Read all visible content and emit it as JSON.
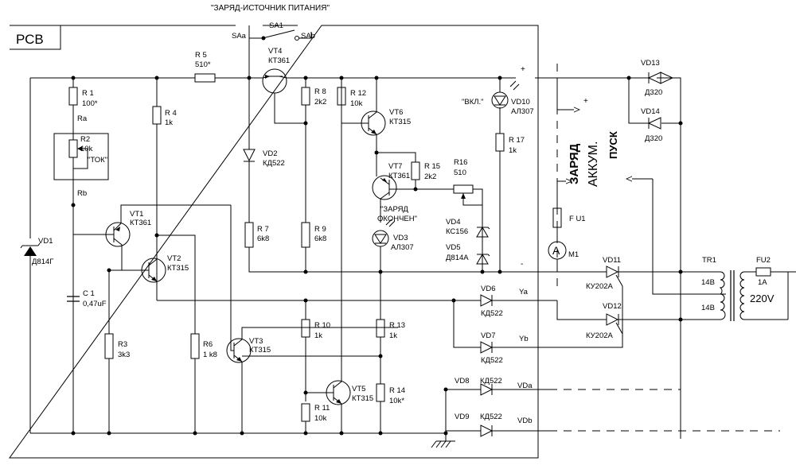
{
  "header": {
    "title": "\"ЗАРЯД-ИСТОЧНИК ПИТАНИЯ\"",
    "board_label": "РСВ"
  },
  "switch": {
    "ref": "SA1",
    "left": "SAa",
    "right": "SAb"
  },
  "resistors": {
    "r1": {
      "ref": "R 1",
      "value": "100*"
    },
    "r2": {
      "ref": "R2",
      "value": "10k"
    },
    "r4": {
      "ref": "R 4",
      "value": "1k"
    },
    "r5": {
      "ref": "R 5",
      "value": "510*"
    },
    "r3": {
      "ref": "R3",
      "value": "3k3"
    },
    "r6": {
      "ref": "R6",
      "value": "1 k8"
    },
    "r7": {
      "ref": "R 7",
      "value": "6k8"
    },
    "r8": {
      "ref": "R 8",
      "value": "2k2"
    },
    "r9": {
      "ref": "R 9",
      "value": "6k8"
    },
    "r10": {
      "ref": "R 10",
      "value": "1k"
    },
    "r11": {
      "ref": "R 11",
      "value": "10k"
    },
    "r12": {
      "ref": "R 12",
      "value": "10k"
    },
    "r13": {
      "ref": "R 13",
      "value": "1k"
    },
    "r14": {
      "ref": "R 14",
      "value": "10k*"
    },
    "r15": {
      "ref": "R 15",
      "value": "2k2"
    },
    "r16": {
      "ref": "R16",
      "value": "510"
    },
    "r17": {
      "ref": "R 17",
      "value": "1k"
    }
  },
  "pot_label": "\"ТОК\"",
  "nodes": {
    "ra": "Ra",
    "rb": "Rb",
    "ya": "Ya",
    "yb": "Yb",
    "vda": "VDa",
    "vdb": "VDb",
    "plus": "+",
    "minus": "-",
    "aux_plus": "+"
  },
  "transistors": {
    "vt1": {
      "ref": "VT1",
      "type": "КТ361"
    },
    "vt2": {
      "ref": "VT2",
      "type": "КТ315"
    },
    "vt3": {
      "ref": "VT3",
      "type": "КТ315"
    },
    "vt4": {
      "ref": "VT4",
      "type": "КТ361"
    },
    "vt5": {
      "ref": "VT5",
      "type": "КТ315"
    },
    "vt6": {
      "ref": "VT6",
      "type": "КТ315"
    },
    "vt7": {
      "ref": "VT7",
      "type": "КТ361"
    }
  },
  "diodes": {
    "vd1": {
      "ref": "VD1",
      "type": "Д814Г"
    },
    "vd2": {
      "ref": "VD2",
      "type": "КД522"
    },
    "vd3": {
      "ref": "VD3",
      "type": "АЛ307",
      "caption1": "\"ЗАРЯД",
      "caption2": "ОКОНЧЕН\""
    },
    "vd4": {
      "ref": "VD4",
      "type": "КС156"
    },
    "vd5": {
      "ref": "VD5",
      "type": "Д814А"
    },
    "vd6": {
      "ref": "VD6",
      "type": "КД522"
    },
    "vd7": {
      "ref": "VD7",
      "type": "КД522"
    },
    "vd8": {
      "ref": "VD8",
      "type": "КД522"
    },
    "vd9": {
      "ref": "VD9",
      "type": "КД522"
    },
    "vd10": {
      "ref": "VD10",
      "type": "АЛ307",
      "caption": "\"ВКЛ.\""
    },
    "vd11": {
      "ref": "VD11",
      "type": "КУ202А"
    },
    "vd12": {
      "ref": "VD12",
      "type": "КУ202А"
    },
    "vd13": {
      "ref": "VD13",
      "type": "Д320"
    },
    "vd14": {
      "ref": "VD14",
      "type": "Д320"
    }
  },
  "capacitor": {
    "ref": "C 1",
    "value": "0,47uF"
  },
  "fuses": {
    "fu1": {
      "ref": "F U1"
    },
    "fu2": {
      "ref": "FU2",
      "rating": "1A"
    }
  },
  "meter": {
    "symbol": "A",
    "ref": "M1"
  },
  "transformer": {
    "ref": "TR1",
    "secondary_a": "14В",
    "secondary_b": "14В",
    "primary": "220V"
  },
  "connector_labels": {
    "charge": "ЗАРЯД",
    "battery": "АККУМ.",
    "start": "ПУСК"
  }
}
